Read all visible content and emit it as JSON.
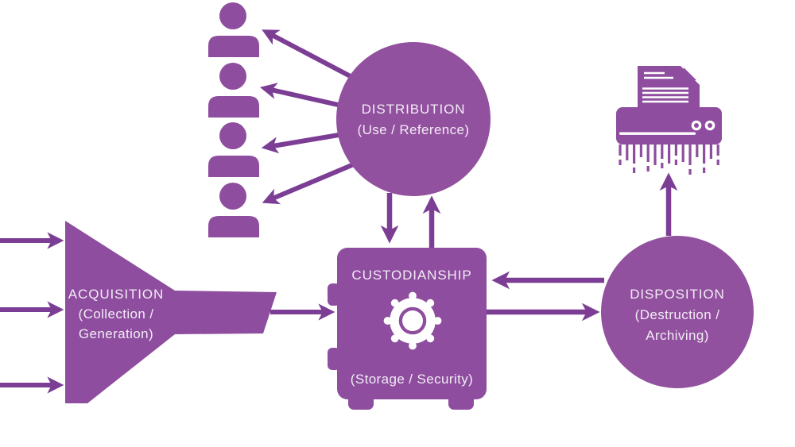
{
  "nodes": {
    "acquisition": {
      "title": "ACQUISITION",
      "line2": "(Collection /",
      "line3": "Generation)"
    },
    "distribution": {
      "title": "DISTRIBUTION",
      "line2": "(Use / Reference)"
    },
    "custodianship": {
      "title": "CUSTODIANSHIP",
      "line2": "(Storage / Security)"
    },
    "disposition": {
      "title": "DISPOSITION",
      "line2": "(Destruction /",
      "line3": "Archiving)"
    }
  },
  "icons": {
    "users": "user-icon",
    "funnel": "funnel-icon",
    "safe": "safe-icon",
    "dial": "dial-gear-icon",
    "shredder": "shredder-icon",
    "document": "document-icon"
  },
  "colors": {
    "shape": "#8e4d9e",
    "circle": "#92519f",
    "arrow": "#7c3e95",
    "label_text": "#f2ecf5",
    "background": "#ffffff"
  }
}
